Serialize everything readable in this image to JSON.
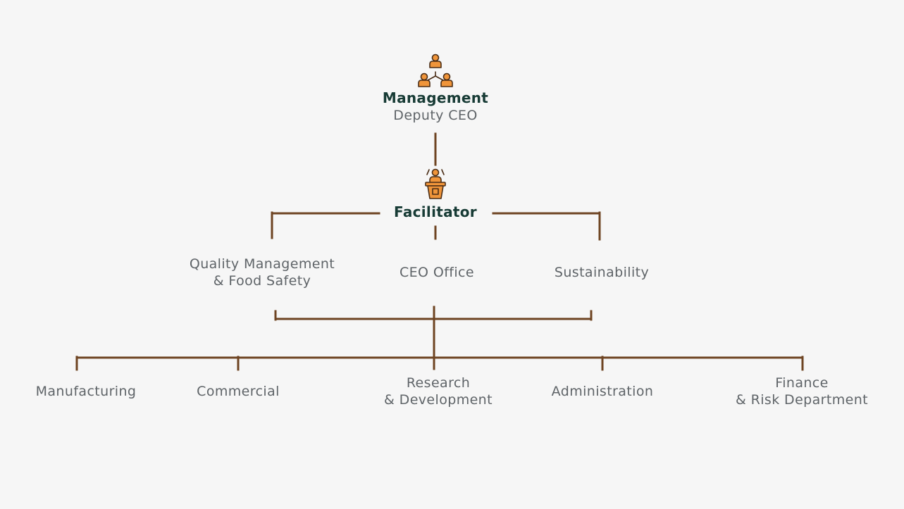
{
  "colors": {
    "background": "#f6f6f6",
    "connector": "#6e4422",
    "icon_fill": "#f0953a",
    "icon_stroke": "#4a2d16",
    "title_text": "#173b35",
    "label_text": "#5f6468"
  },
  "top": {
    "icon": "people-network-icon",
    "title": "Management",
    "subtitle": "Deputy CEO"
  },
  "facilitator": {
    "icon": "speaker-podium-icon",
    "title": "Facilitator"
  },
  "middle_units": [
    {
      "line1": "Quality Management",
      "line2": "& Food Safety"
    },
    {
      "line1": "CEO Office",
      "line2": ""
    },
    {
      "line1": "Sustainability",
      "line2": ""
    }
  ],
  "departments": [
    {
      "line1": "Manufacturing",
      "line2": ""
    },
    {
      "line1": "Commercial",
      "line2": ""
    },
    {
      "line1": "Research",
      "line2": "& Development"
    },
    {
      "line1": "Administration",
      "line2": ""
    },
    {
      "line1": "Finance",
      "line2": "& Risk Department"
    }
  ]
}
